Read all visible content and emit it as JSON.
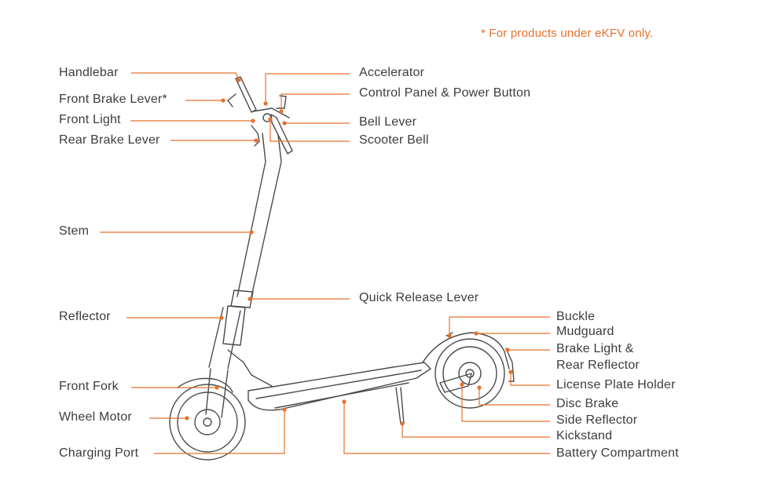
{
  "note": "* For products under eKFV only.",
  "labels": {
    "handlebar": "Handlebar",
    "front_brake_lever": "Front Brake Lever*",
    "front_light": "Front Light",
    "rear_brake_lever": "Rear Brake Lever",
    "stem": "Stem",
    "reflector": "Reflector",
    "front_fork": "Front Fork",
    "wheel_motor": "Wheel Motor",
    "charging_port": "Charging Port",
    "accelerator": "Accelerator",
    "control_panel": "Control Panel & Power Button",
    "bell_lever": "Bell Lever",
    "scooter_bell": "Scooter Bell",
    "quick_release": "Quick Release Lever",
    "buckle": "Buckle",
    "mudguard": "Mudguard",
    "brake_light_1": "Brake Light &",
    "brake_light_2": "Rear Reflector",
    "license_plate": "License Plate Holder",
    "disc_brake": "Disc Brake",
    "side_reflector": "Side Reflector",
    "kickstand": "Kickstand",
    "battery": "Battery Compartment"
  },
  "colors": {
    "leader": "#e8702a",
    "outline": "#4a4a4a",
    "text": "#3c3c3c"
  }
}
